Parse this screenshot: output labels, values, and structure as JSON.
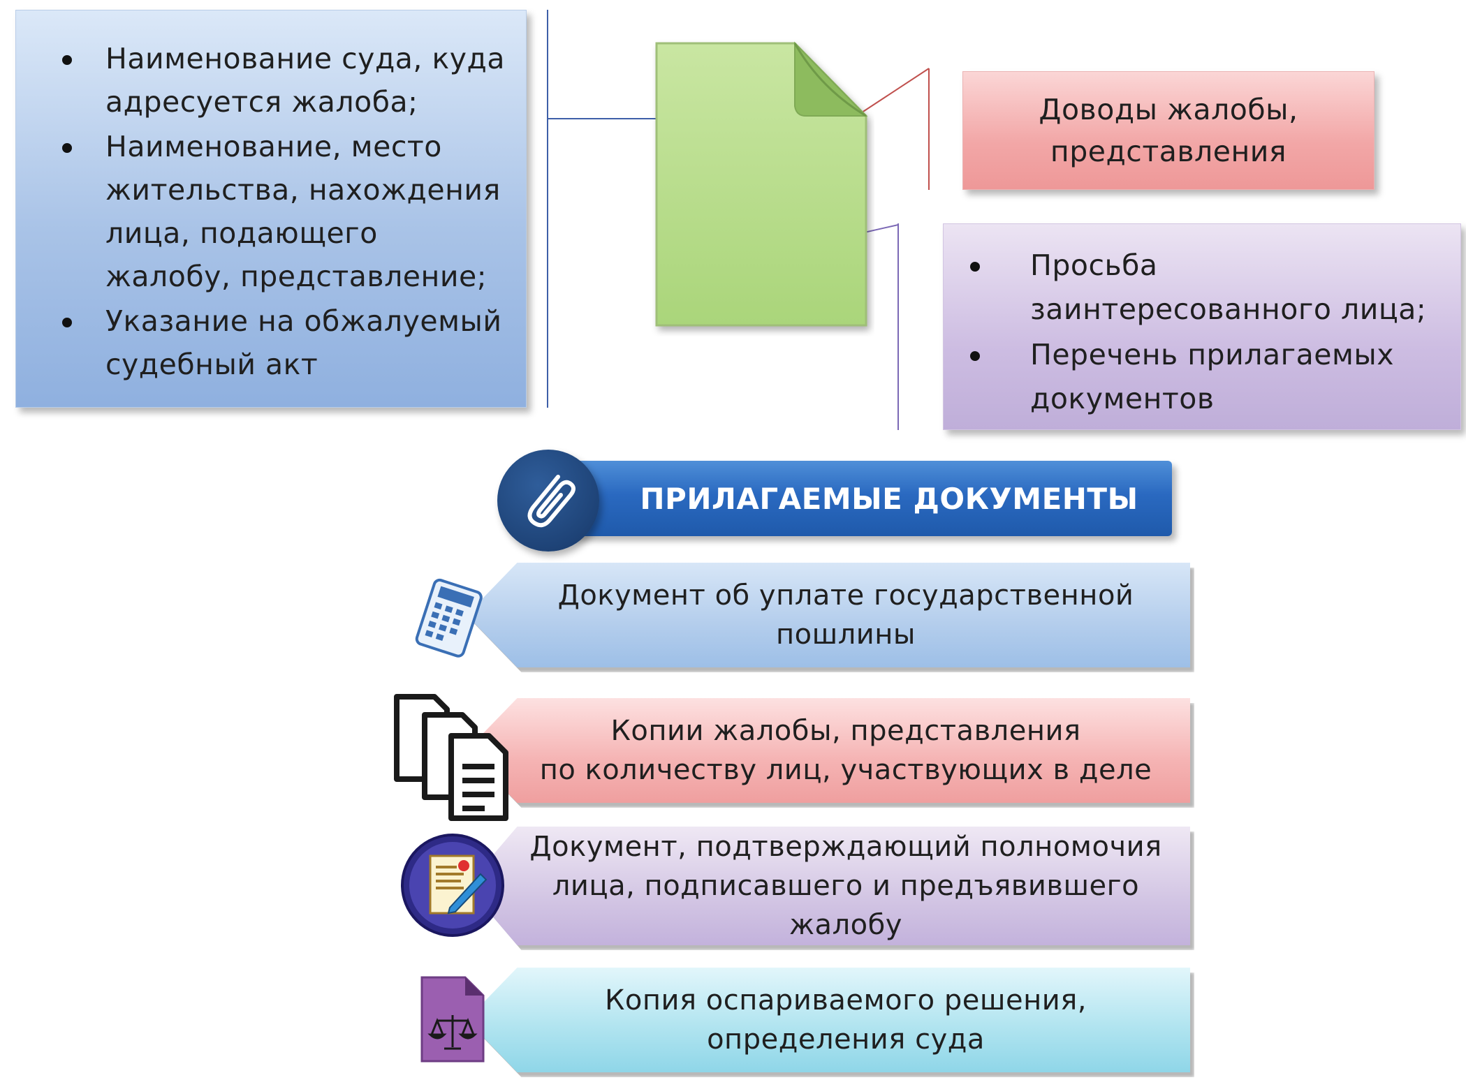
{
  "left_box": {
    "items": [
      "Наименование суда, куда адресуется жалоба;",
      "Наименование, место жительства, нахождения лица, подающего жалобу, представление;",
      "Указание на обжалуемый судебный акт"
    ]
  },
  "arguments_box": {
    "line1": "Доводы жалобы,",
    "line2": "представления"
  },
  "request_box": {
    "items": [
      "Просьба заинтересованного лица;",
      "Перечень прилагаемых документов"
    ]
  },
  "banner": {
    "title": "ПРИЛАГАЕМЫЕ ДОКУМЕНТЫ"
  },
  "attachments": [
    {
      "line1": "Документ об уплате государственной",
      "line2": "пошлины",
      "line3": ""
    },
    {
      "line1": "Копии жалобы, представления",
      "line2": "по количеству лиц, участвующих в деле",
      "line3": ""
    },
    {
      "line1": "Документ, подтверждающий полномочия",
      "line2": "лица, подписавшего и предъявившего",
      "line3": "жалобу"
    },
    {
      "line1": "Копия оспариваемого решения,",
      "line2": "определения суда",
      "line3": ""
    }
  ],
  "icons": {
    "document": "document-icon",
    "clip": "paperclip-icon",
    "receipt": "receipt-icon",
    "copies": "copies-icon",
    "certificate": "certificate-icon",
    "scales": "scales-file-icon"
  },
  "colors": {
    "blue_box": "#a9c3e7",
    "red_box": "#f2a7a7",
    "purple_box": "#cdbde2",
    "green_doc": "#b8de8c",
    "banner": "#2a69c0",
    "cyan_box": "#aee3ef"
  }
}
